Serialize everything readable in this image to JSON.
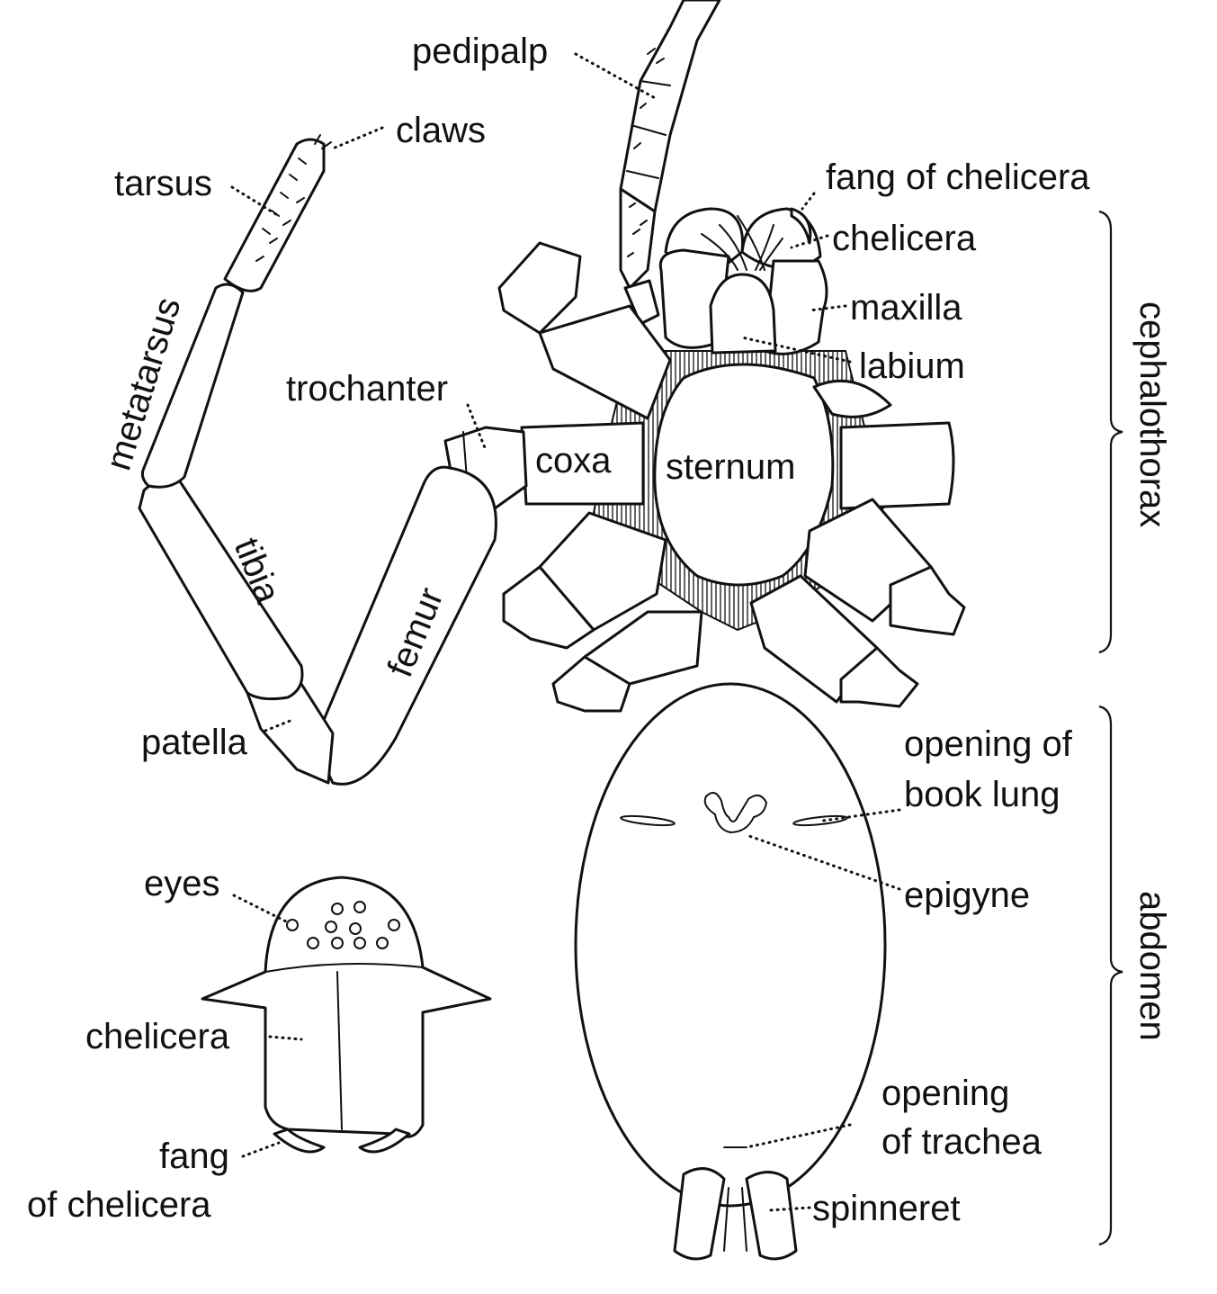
{
  "labels": {
    "pedipalp": "pedipalp",
    "claws": "claws",
    "tarsus": "tarsus",
    "fang_of_chelicera": "fang of chelicera",
    "chelicera": "chelicera",
    "maxilla": "maxilla",
    "labium": "labium",
    "metatarsus": "metatarsus",
    "trochanter": "trochanter",
    "coxa": "coxa",
    "sternum": "sternum",
    "tibia": "tibia",
    "femur": "femur",
    "patella": "patella",
    "opening_of_book_lung_1": "opening of",
    "opening_of_book_lung_2": "book lung",
    "epigyne": "epigyne",
    "eyes": "eyes",
    "front_chelicera": "chelicera",
    "front_fang_1": "fang",
    "front_fang_2": "of chelicera",
    "opening_of_trachea_1": "opening",
    "opening_of_trachea_2": "of trachea",
    "spinneret": "spinneret",
    "cephalothorax": "cephalothorax",
    "abdomen": "abdomen"
  }
}
